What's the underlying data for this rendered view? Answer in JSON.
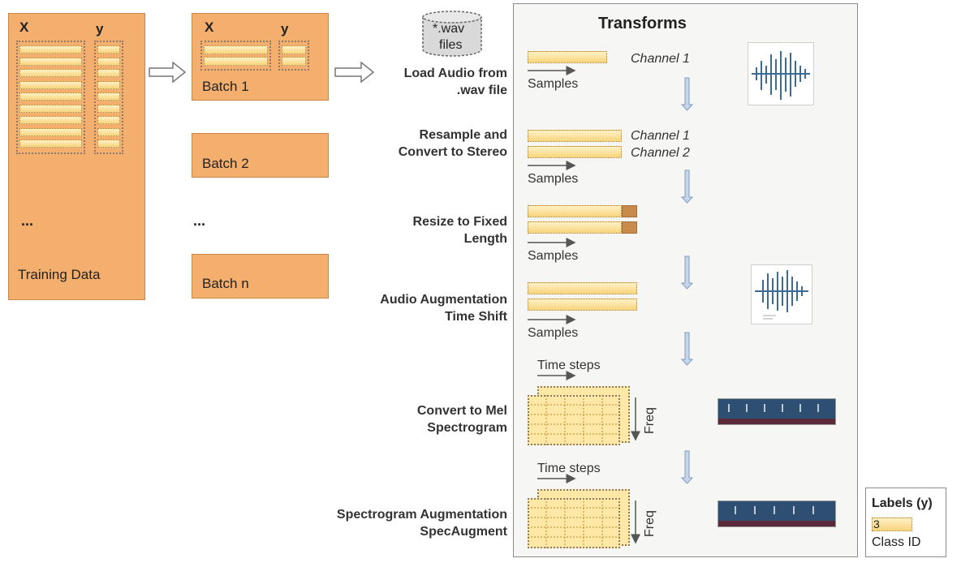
{
  "training": {
    "x_label": "X",
    "y_label": "y",
    "ellipsis": "...",
    "caption": "Training Data"
  },
  "batch1": {
    "x_label": "X",
    "y_label": "y",
    "caption": "Batch 1"
  },
  "batch2": {
    "caption": "Batch 2"
  },
  "batch_ellipsis": "...",
  "batchn": {
    "caption": "Batch n"
  },
  "wav": {
    "icon": "database-icon",
    "line1": "*.wav",
    "line2": "files"
  },
  "transforms_title": "Transforms",
  "steps": [
    {
      "label1": "Load Audio from",
      "label2": ".wav file"
    },
    {
      "label1": "Resample and",
      "label2": "Convert to Stereo"
    },
    {
      "label1": "Resize to Fixed",
      "label2": "Length"
    },
    {
      "label1": "Audio Augmentation",
      "label2": "Time Shift"
    },
    {
      "label1": "Convert to Mel",
      "label2": "Spectrogram"
    },
    {
      "label1": "Spectrogram Augmentation",
      "label2": "SpecAugment"
    }
  ],
  "channel1": "Channel 1",
  "channel2": "Channel 2",
  "samples": "Samples",
  "time_steps": "Time steps",
  "freq": "Freq",
  "labels_box": {
    "title": "Labels (y)",
    "value": "3",
    "caption": "Class ID"
  },
  "colors": {
    "orange": "#f4ae6e",
    "stripe": "#f9d47c",
    "arrow": "#a9c0dc",
    "spectrogram": "#2e4f72"
  }
}
